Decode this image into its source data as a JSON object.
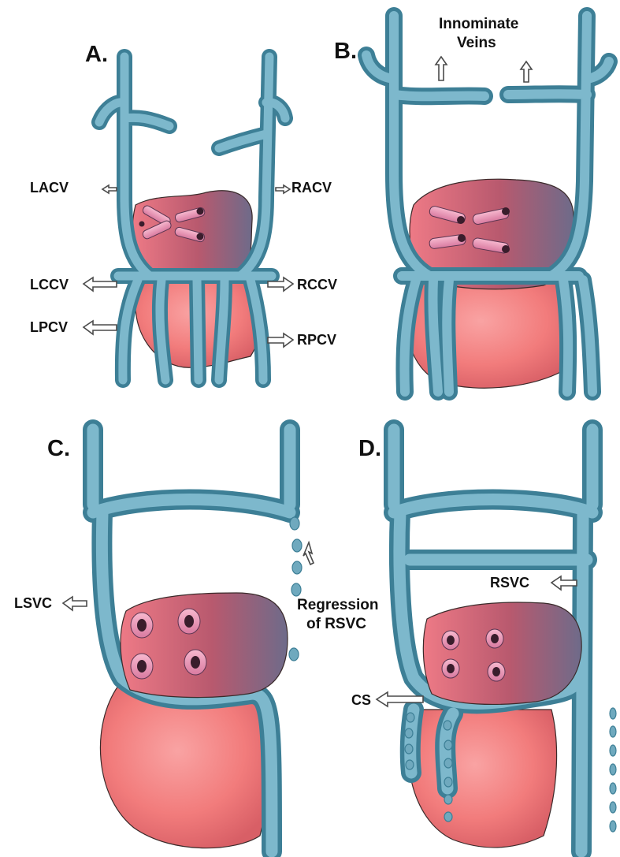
{
  "panels": {
    "a": {
      "letter": "A.",
      "labels": {
        "lacv": "LACV",
        "racv": "RACV",
        "lccv": "LCCV",
        "rccv": "RCCV",
        "lpcv": "LPCV",
        "rpcv": "RPCV"
      }
    },
    "b": {
      "letter": "B.",
      "labels": {
        "innominate_1": "Innominate",
        "innominate_2": "Veins"
      }
    },
    "c": {
      "letter": "C.",
      "labels": {
        "lsvc": "LSVC",
        "regression_1": "Regression",
        "regression_2": "of RSVC"
      }
    },
    "d": {
      "letter": "D.",
      "labels": {
        "rsvc": "RSVC",
        "cs": "CS"
      }
    }
  },
  "colors": {
    "vein": "#6fa9be",
    "vein_outline": "#3d7f96",
    "ventricle": "#f27c7c",
    "atrium_light": "#e36a78",
    "atrium_dark": "#6e6b8a",
    "background": "#ffffff"
  }
}
